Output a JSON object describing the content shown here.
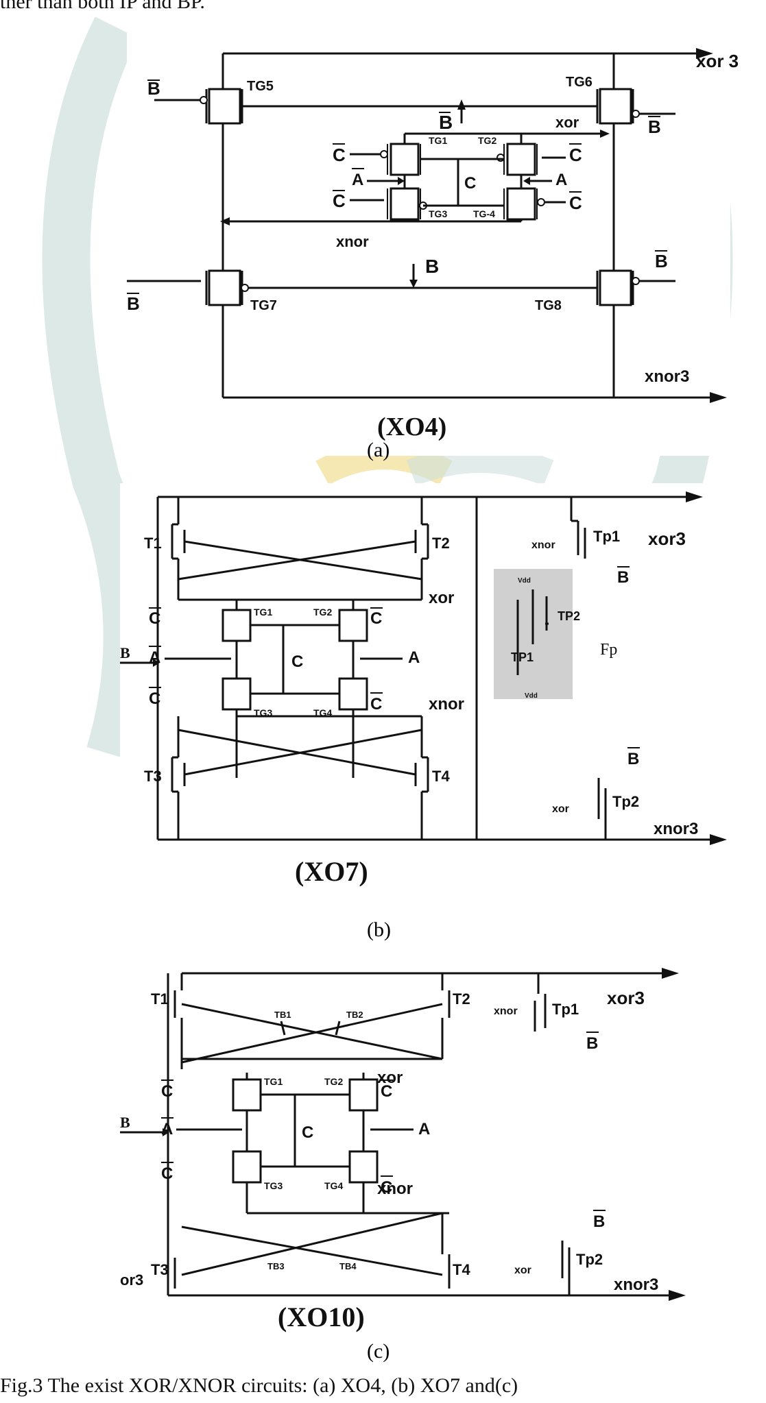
{
  "header_text": "ther than both IP and BP.",
  "footer_text": "Fig.3 The exist XOR/XNOR circuits: (a) XO4, (b) XO7 and(c)",
  "panel_a": {
    "caption": "(a)",
    "name": "(XO4)",
    "labels": {
      "tg5": "TG5",
      "tg6": "TG6",
      "tg7": "TG7",
      "tg8": "TG8",
      "tg1": "TG1",
      "tg2": "TG2",
      "tg3": "TG3",
      "tg4": "TG-4",
      "xor3": "xor 3",
      "xor": "xor",
      "xnor": "xnor",
      "xnor3": "xnor3",
      "b": "B",
      "c": "C",
      "a": "A"
    }
  },
  "panel_b": {
    "caption": "(b)",
    "name": "(XO7)",
    "labels": {
      "t1": "T1",
      "t2": "T2",
      "t3": "T3",
      "t4": "T4",
      "tg1": "TG1",
      "tg2": "TG2",
      "tg3": "TG3",
      "tg4": "TG4",
      "xor3": "xor3",
      "xor": "xor",
      "xnor": "xnor",
      "xnor3": "xnor3",
      "b": "B",
      "c": "C",
      "a": "A",
      "tp1": "Tp1",
      "tp2": "Tp2",
      "tp1_inner": "TP1",
      "tp2_inner": "TP2",
      "fp": "Fp",
      "vdd": "Vdd",
      "xnor_gate": "xnor",
      "xor_gate": "xor"
    }
  },
  "panel_c": {
    "caption": "(c)",
    "name": "(XO10)",
    "labels": {
      "t1": "T1",
      "t2": "T2",
      "t3": "T3",
      "t4": "T4",
      "tb1": "TB1",
      "tb2": "TB2",
      "tb3": "TB3",
      "tb4": "TB4",
      "tg1": "TG1",
      "tg2": "TG2",
      "tg3": "TG3",
      "tg4": "TG4",
      "xor3": "xor3",
      "xor": "xor",
      "xnor": "xnor",
      "xnor3": "xnor3",
      "b": "B",
      "c": "C",
      "a": "A",
      "tp1": "Tp1",
      "tp2": "Tp2",
      "xnor_gate": "xnor",
      "xor_gate": "xor",
      "or3_cut": "or3"
    }
  },
  "colors": {
    "watermark": "#cfe0dc",
    "watermark_yellow": "#f3e2a0",
    "ink": "#111111"
  }
}
